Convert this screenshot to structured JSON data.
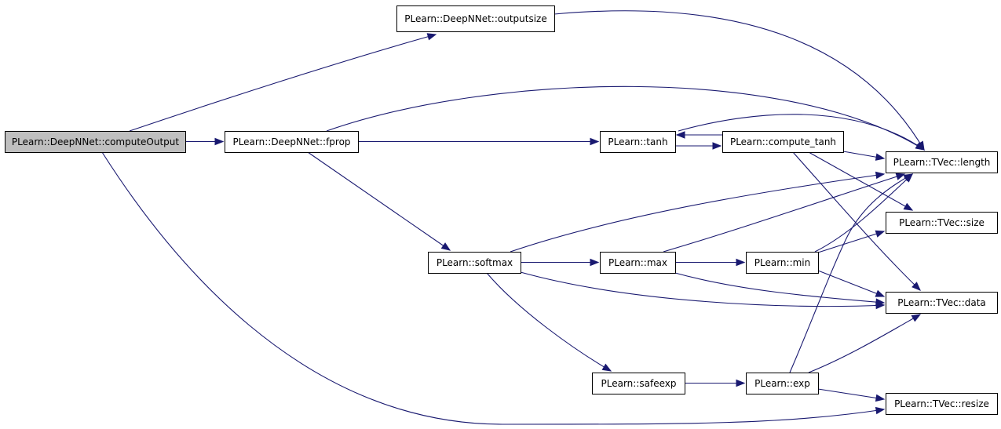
{
  "colors": {
    "edge": "#191970",
    "root_fill": "#bfbfbf",
    "node_fill": "#ffffff",
    "border": "#000000"
  },
  "nodes": [
    {
      "id": "computeOutput",
      "label": "PLearn::DeepNNet::computeOutput",
      "highlighted": true
    },
    {
      "id": "outputsize",
      "label": "PLearn::DeepNNet::outputsize"
    },
    {
      "id": "fprop",
      "label": "PLearn::DeepNNet::fprop"
    },
    {
      "id": "tanh",
      "label": "PLearn::tanh"
    },
    {
      "id": "compute_tanh",
      "label": "PLearn::compute_tanh"
    },
    {
      "id": "length",
      "label": "PLearn::TVec::length"
    },
    {
      "id": "size",
      "label": "PLearn::TVec::size"
    },
    {
      "id": "softmax",
      "label": "PLearn::softmax"
    },
    {
      "id": "max",
      "label": "PLearn::max"
    },
    {
      "id": "min",
      "label": "PLearn::min"
    },
    {
      "id": "data",
      "label": "PLearn::TVec::data"
    },
    {
      "id": "safeexp",
      "label": "PLearn::safeexp"
    },
    {
      "id": "exp",
      "label": "PLearn::exp"
    },
    {
      "id": "resize",
      "label": "PLearn::TVec::resize"
    }
  ],
  "edges": [
    {
      "from": "computeOutput",
      "to": "outputsize"
    },
    {
      "from": "computeOutput",
      "to": "fprop"
    },
    {
      "from": "computeOutput",
      "to": "resize"
    },
    {
      "from": "outputsize",
      "to": "length"
    },
    {
      "from": "fprop",
      "to": "length"
    },
    {
      "from": "fprop",
      "to": "tanh"
    },
    {
      "from": "fprop",
      "to": "softmax"
    },
    {
      "from": "tanh",
      "to": "compute_tanh"
    },
    {
      "from": "tanh",
      "to": "length"
    },
    {
      "from": "compute_tanh",
      "to": "tanh"
    },
    {
      "from": "compute_tanh",
      "to": "length"
    },
    {
      "from": "compute_tanh",
      "to": "size"
    },
    {
      "from": "compute_tanh",
      "to": "data"
    },
    {
      "from": "softmax",
      "to": "length"
    },
    {
      "from": "softmax",
      "to": "max"
    },
    {
      "from": "softmax",
      "to": "data"
    },
    {
      "from": "softmax",
      "to": "safeexp"
    },
    {
      "from": "max",
      "to": "length"
    },
    {
      "from": "max",
      "to": "min"
    },
    {
      "from": "max",
      "to": "data"
    },
    {
      "from": "min",
      "to": "length"
    },
    {
      "from": "min",
      "to": "size"
    },
    {
      "from": "min",
      "to": "data"
    },
    {
      "from": "safeexp",
      "to": "exp"
    },
    {
      "from": "exp",
      "to": "length"
    },
    {
      "from": "exp",
      "to": "data"
    },
    {
      "from": "exp",
      "to": "resize"
    }
  ]
}
